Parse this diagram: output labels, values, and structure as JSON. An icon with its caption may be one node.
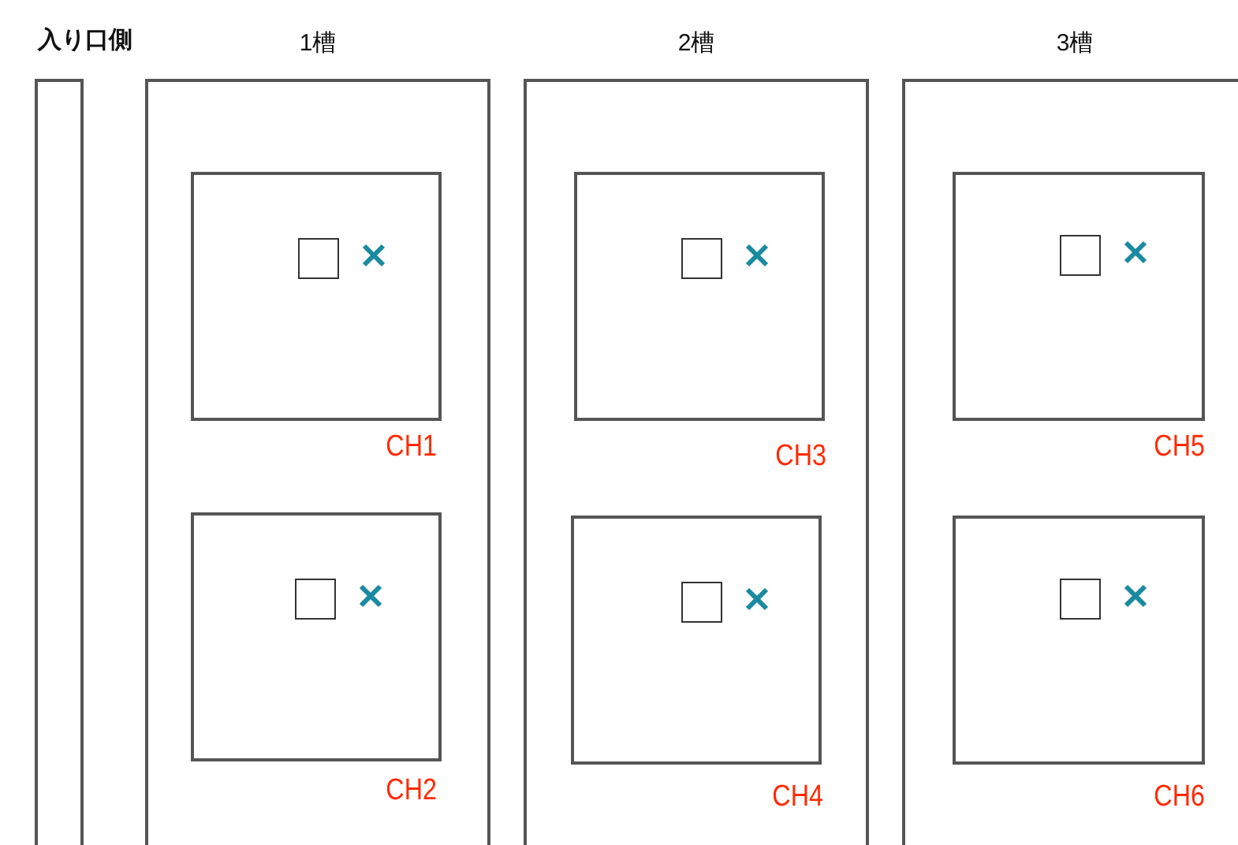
{
  "diagram": {
    "nodes": [
      {
        "text": [
          "入り口側"
        ]
      },
      {
        "text": [
          "1槽"
        ]
      },
      {
        "text": [
          "CH1"
        ],
        "in": 1
      },
      {
        "text": [],
        "shape": "box",
        "in": 2
      },
      {
        "text": [
          "CH2"
        ],
        "in": 1
      },
      {
        "text": [],
        "shape": "box",
        "in": 4
      },
      {
        "text": [
          "2槽"
        ]
      },
      {
        "text": [
          "CH3"
        ],
        "in": 6
      },
      {
        "text": [],
        "shape": "box",
        "in": 7
      },
      {
        "text": [
          "CH4"
        ],
        "in": 6
      },
      {
        "text": [],
        "shape": "box",
        "in": 9
      },
      {
        "text": [
          "3槽"
        ]
      },
      {
        "text": [
          "CH5"
        ],
        "in": 11
      },
      {
        "text": [],
        "shape": "box",
        "in": 12
      },
      {
        "text": [
          "CH6"
        ],
        "in": 11
      },
      {
        "text": [],
        "shape": "box",
        "in": 14
      }
    ]
  }
}
